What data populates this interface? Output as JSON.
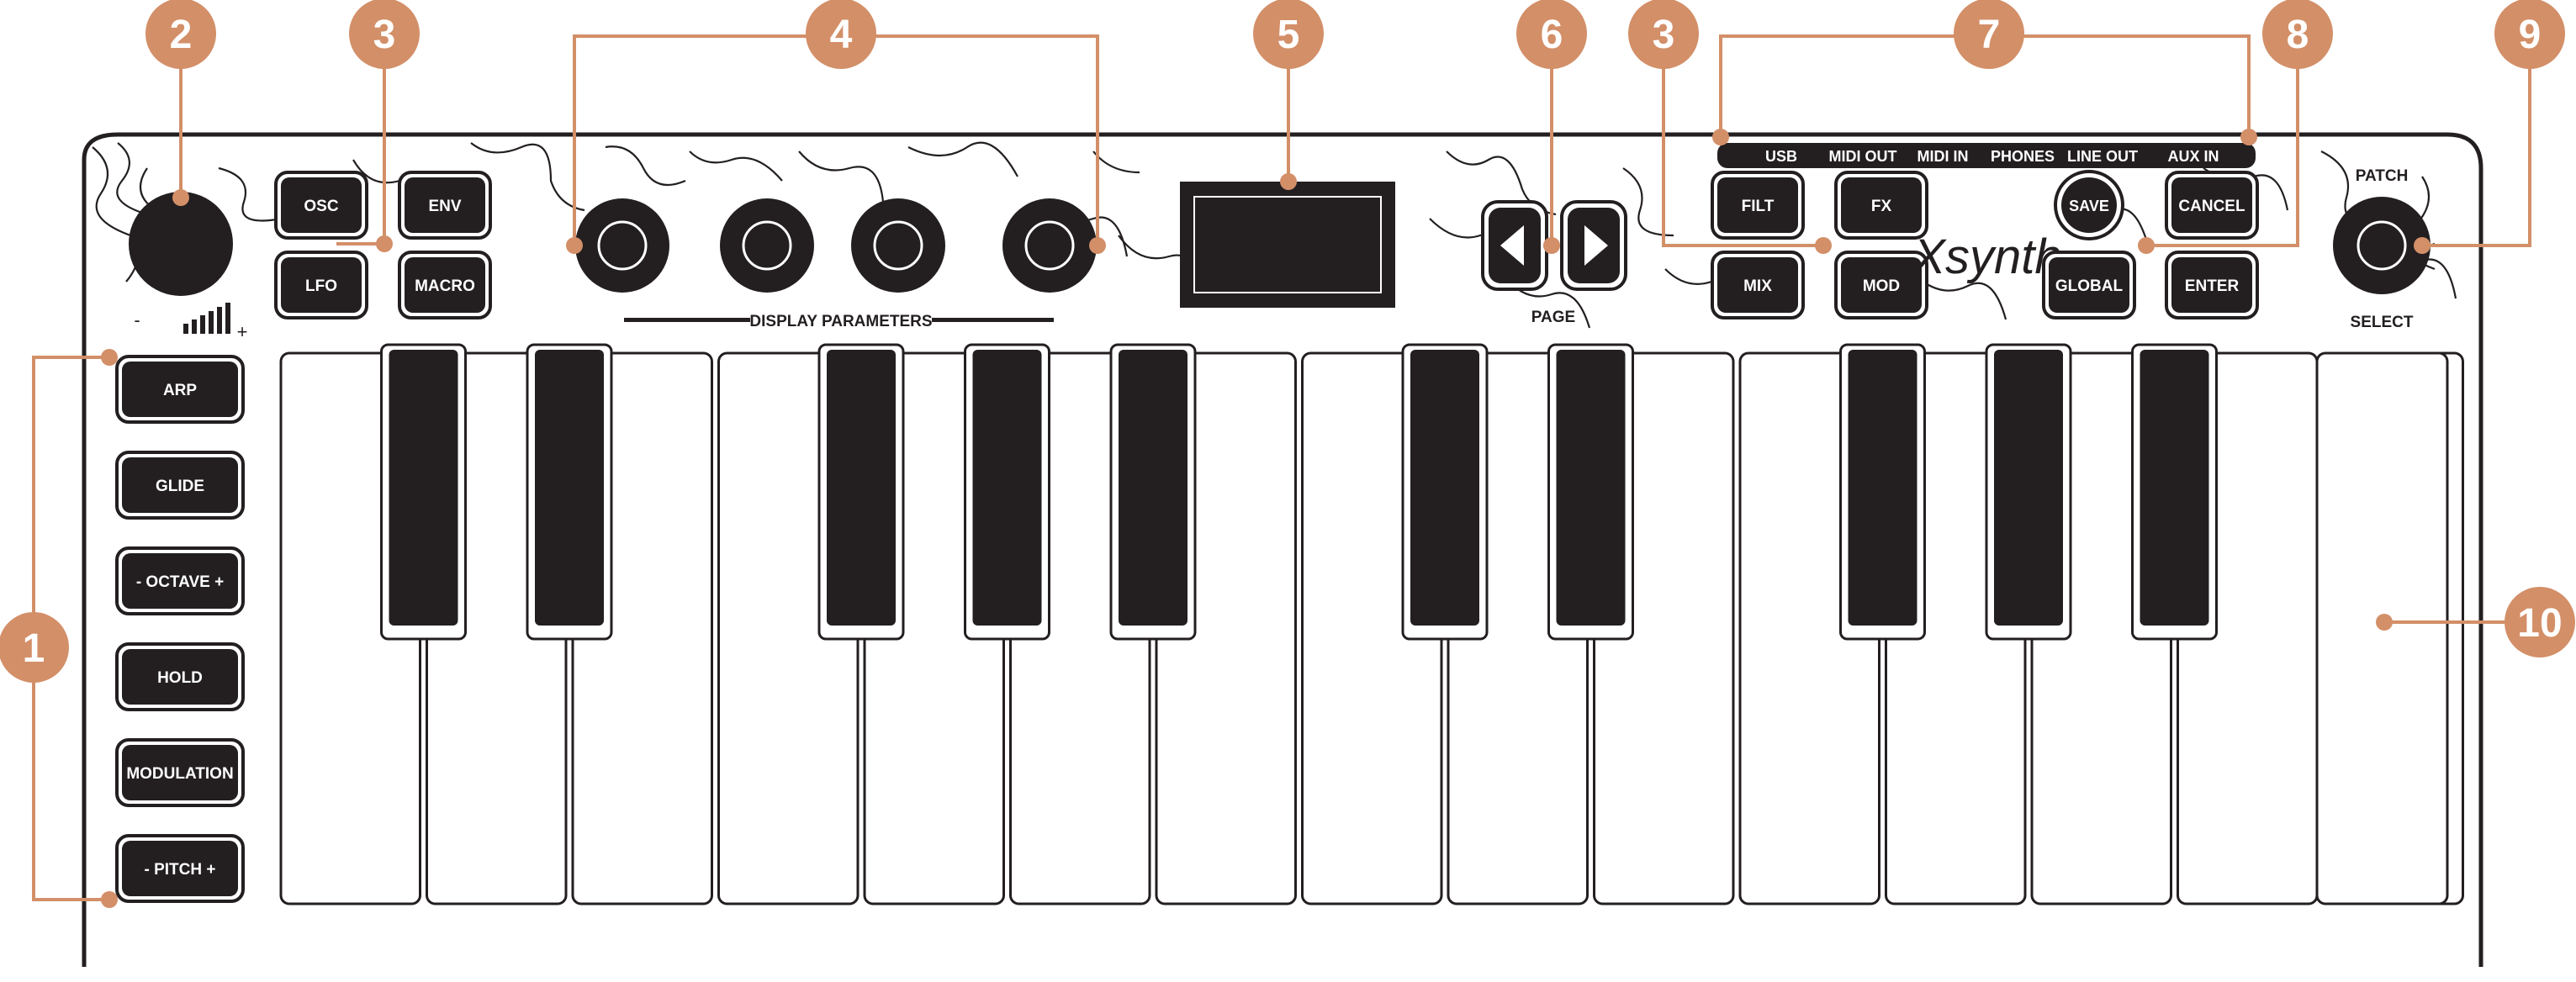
{
  "colors": {
    "accent": "#D38F68",
    "dark": "#231F20",
    "white": "#FFFFFF"
  },
  "brand": "Xsynth",
  "callouts": [
    {
      "number": "1"
    },
    {
      "number": "2"
    },
    {
      "number": "3"
    },
    {
      "number": "4"
    },
    {
      "number": "5"
    },
    {
      "number": "6"
    },
    {
      "number": "3"
    },
    {
      "number": "7"
    },
    {
      "number": "8"
    },
    {
      "number": "9"
    },
    {
      "number": "10"
    }
  ],
  "left_buttons": [
    {
      "label": "ARP"
    },
    {
      "label": "GLIDE"
    },
    {
      "label": "- OCTAVE +"
    },
    {
      "label": "HOLD"
    },
    {
      "label": "MODULATION"
    },
    {
      "label": "- PITCH +"
    }
  ],
  "menu_buttons_left": [
    {
      "label": "OSC"
    },
    {
      "label": "ENV"
    },
    {
      "label": "LFO"
    },
    {
      "label": "MACRO"
    }
  ],
  "menu_buttons_right": [
    {
      "label": "FILT"
    },
    {
      "label": "FX"
    },
    {
      "label": "MIX"
    },
    {
      "label": "MOD"
    }
  ],
  "function_buttons": [
    {
      "label": "SAVE"
    },
    {
      "label": "CANCEL"
    },
    {
      "label": "GLOBAL"
    },
    {
      "label": "ENTER"
    }
  ],
  "display_parameters_label": "DISPLAY PARAMETERS",
  "page_label": "PAGE",
  "patch_label": "PATCH",
  "select_label": "SELECT",
  "volume_minus": "-",
  "volume_plus": "+",
  "ports": [
    {
      "label": "USB"
    },
    {
      "label": "MIDI OUT"
    },
    {
      "label": "MIDI IN"
    },
    {
      "label": "PHONES"
    },
    {
      "label": "LINE OUT"
    },
    {
      "label": "AUX IN"
    }
  ]
}
